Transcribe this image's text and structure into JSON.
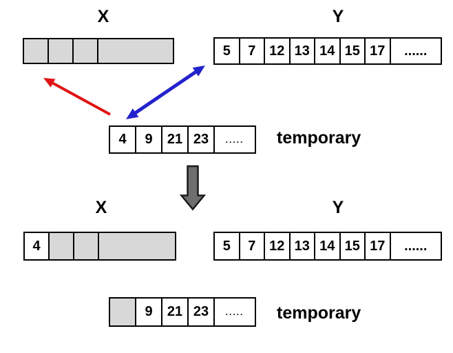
{
  "colors": {
    "cell_gray": "#d8d8d8",
    "red": "#e01313",
    "blue": "#2222cd",
    "down_fill": "#6e6e6e",
    "outline": "#1a1a1a"
  },
  "top": {
    "x": {
      "label": "X",
      "cells": [
        {
          "v": "",
          "gray": true,
          "size": "s"
        },
        {
          "v": "",
          "gray": true,
          "size": "s"
        },
        {
          "v": "",
          "gray": true,
          "size": "s"
        },
        {
          "v": "",
          "gray": true
        }
      ]
    },
    "y": {
      "label": "Y",
      "cells": [
        {
          "v": "5",
          "size": "m"
        },
        {
          "v": "7",
          "size": "m"
        },
        {
          "v": "12",
          "size": "m"
        },
        {
          "v": "13",
          "size": "m"
        },
        {
          "v": "14",
          "size": "m"
        },
        {
          "v": "15",
          "size": "m"
        },
        {
          "v": "17",
          "size": "m"
        },
        {
          "v": "......"
        }
      ]
    },
    "temp": {
      "label": "temporary",
      "cells": [
        {
          "v": "4",
          "size": "t"
        },
        {
          "v": "9",
          "size": "t"
        },
        {
          "v": "21",
          "size": "t"
        },
        {
          "v": "23",
          "size": "t"
        },
        {
          "v": ".....",
          "dots": true
        }
      ]
    }
  },
  "bottom": {
    "x": {
      "label": "X",
      "cells": [
        {
          "v": "4",
          "size": "s"
        },
        {
          "v": "",
          "gray": true,
          "size": "s"
        },
        {
          "v": "",
          "gray": true,
          "size": "s"
        },
        {
          "v": "",
          "gray": true
        }
      ]
    },
    "y": {
      "label": "Y",
      "cells": [
        {
          "v": "5",
          "size": "m"
        },
        {
          "v": "7",
          "size": "m"
        },
        {
          "v": "12",
          "size": "m"
        },
        {
          "v": "13",
          "size": "m"
        },
        {
          "v": "14",
          "size": "m"
        },
        {
          "v": "15",
          "size": "m"
        },
        {
          "v": "17",
          "size": "m"
        },
        {
          "v": "......"
        }
      ]
    },
    "temp": {
      "label": "temporary",
      "cells": [
        {
          "v": "",
          "gray": true,
          "size": "t"
        },
        {
          "v": "9",
          "size": "t"
        },
        {
          "v": "21",
          "size": "t"
        },
        {
          "v": "23",
          "size": "t"
        },
        {
          "v": ".....",
          "dots": true
        }
      ]
    }
  }
}
